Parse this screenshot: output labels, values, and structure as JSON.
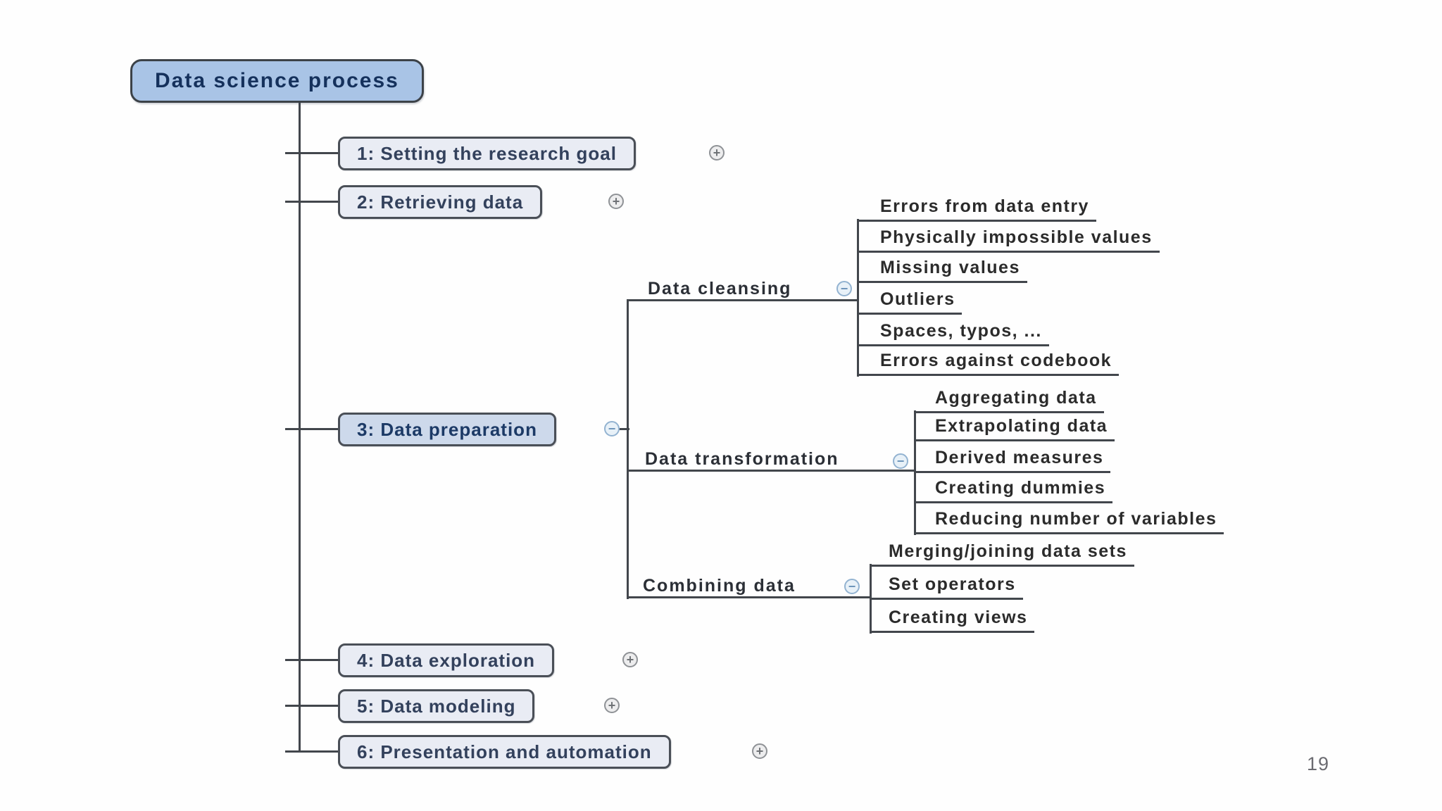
{
  "page": {
    "number": "19"
  },
  "icons": {
    "plus_glyph": "+",
    "minus_glyph": "−"
  },
  "mindmap": {
    "root": {
      "label": "Data science process"
    },
    "main_nodes": [
      {
        "label": "1: Setting the research goal",
        "state": "collapsed",
        "icon": "plus-circle-icon"
      },
      {
        "label": "2: Retrieving data",
        "state": "collapsed",
        "icon": "plus-circle-icon"
      },
      {
        "label": "3: Data preparation",
        "state": "expanded",
        "icon": "minus-circle-icon"
      },
      {
        "label": "4: Data exploration",
        "state": "collapsed",
        "icon": "plus-circle-icon"
      },
      {
        "label": "5: Data modeling",
        "state": "collapsed",
        "icon": "plus-circle-icon"
      },
      {
        "label": "6: Presentation and automation",
        "state": "collapsed",
        "icon": "plus-circle-icon"
      }
    ],
    "preparation_branches": [
      {
        "label": "Data cleansing",
        "state": "expanded",
        "icon": "minus-circle-icon",
        "children": [
          "Errors from data entry",
          "Physically impossible values",
          "Missing values",
          "Outliers",
          "Spaces, typos, ...",
          "Errors against codebook"
        ]
      },
      {
        "label": "Data transformation",
        "state": "expanded",
        "icon": "minus-circle-icon",
        "children": [
          "Aggregating data",
          "Extrapolating data",
          "Derived measures",
          "Creating dummies",
          "Reducing number of variables"
        ]
      },
      {
        "label": "Combining data",
        "state": "expanded",
        "icon": "minus-circle-icon",
        "children": [
          "Merging/joining data sets",
          "Set operators",
          "Creating views"
        ]
      }
    ],
    "colors": {
      "root_fill": "#a9c4e6",
      "selected_node_fill": "#cdd9eb",
      "node_fill": "#e9ecf4",
      "line": "#42464c",
      "node_text": "#33415c",
      "root_text": "#15315c",
      "plus_icon": "#8f9296",
      "minus_icon": "#93b3d1"
    }
  }
}
